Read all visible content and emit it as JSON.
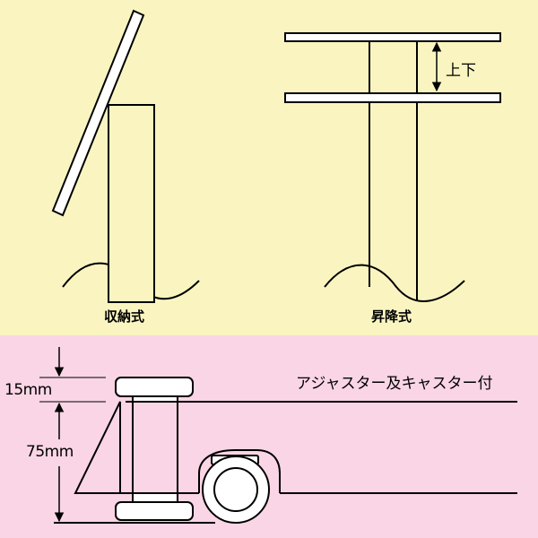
{
  "top": {
    "storage_type_label": "収納式",
    "lifting_type_label": "昇降式",
    "up_down_label": "上下"
  },
  "bottom": {
    "dim_top_label": "15mm",
    "dim_main_label": "75mm",
    "caption": "アジャスター及キャスター付"
  },
  "colors": {
    "top_background": "#faf5c0",
    "bottom_background": "#f9d5e5",
    "line": "#000000",
    "fill": "#ffffff"
  }
}
